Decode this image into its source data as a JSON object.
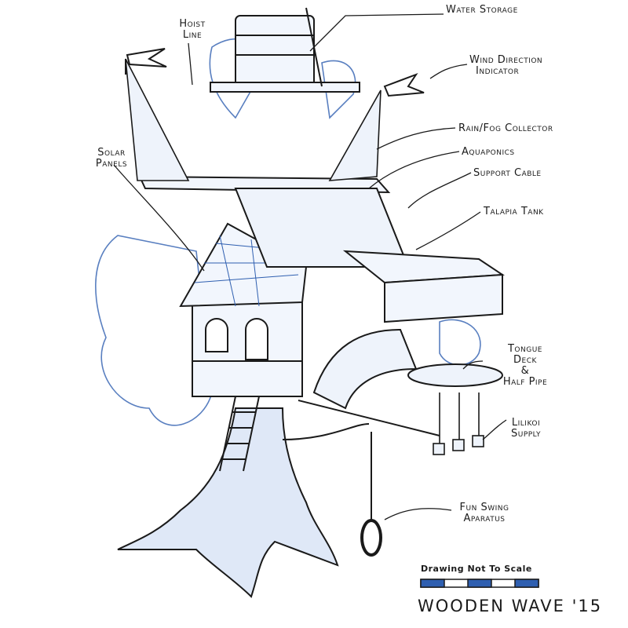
{
  "labels": {
    "water_storage": "Water Storage",
    "hoist_line_1": "Hoist",
    "hoist_line_2": "Line",
    "wind_1": "Wind Direction",
    "wind_2": "Indicator",
    "rain": "Rain/Fog Collector",
    "solar_1": "Solar",
    "solar_2": "Panels",
    "aquaponics": "Aquaponics",
    "support_cable": "Support Cable",
    "talapia_tank": "Talapia Tank",
    "tongue_1": "Tongue",
    "tongue_2": "Deck",
    "tongue_3": "&",
    "tongue_4": "Half Pipe",
    "lilikoi_1": "Lilikoi",
    "lilikoi_2": "Supply",
    "swing_1": "Fun Swing",
    "swing_2": "Aparatus"
  },
  "scale_bar": {
    "title": "Drawing Not To Scale"
  },
  "signature": "WOODEN WAVE '15",
  "colors": {
    "ink": "#1a1a1a",
    "blue": "#2f5fb0",
    "light_blue": "#8fb0e0"
  }
}
